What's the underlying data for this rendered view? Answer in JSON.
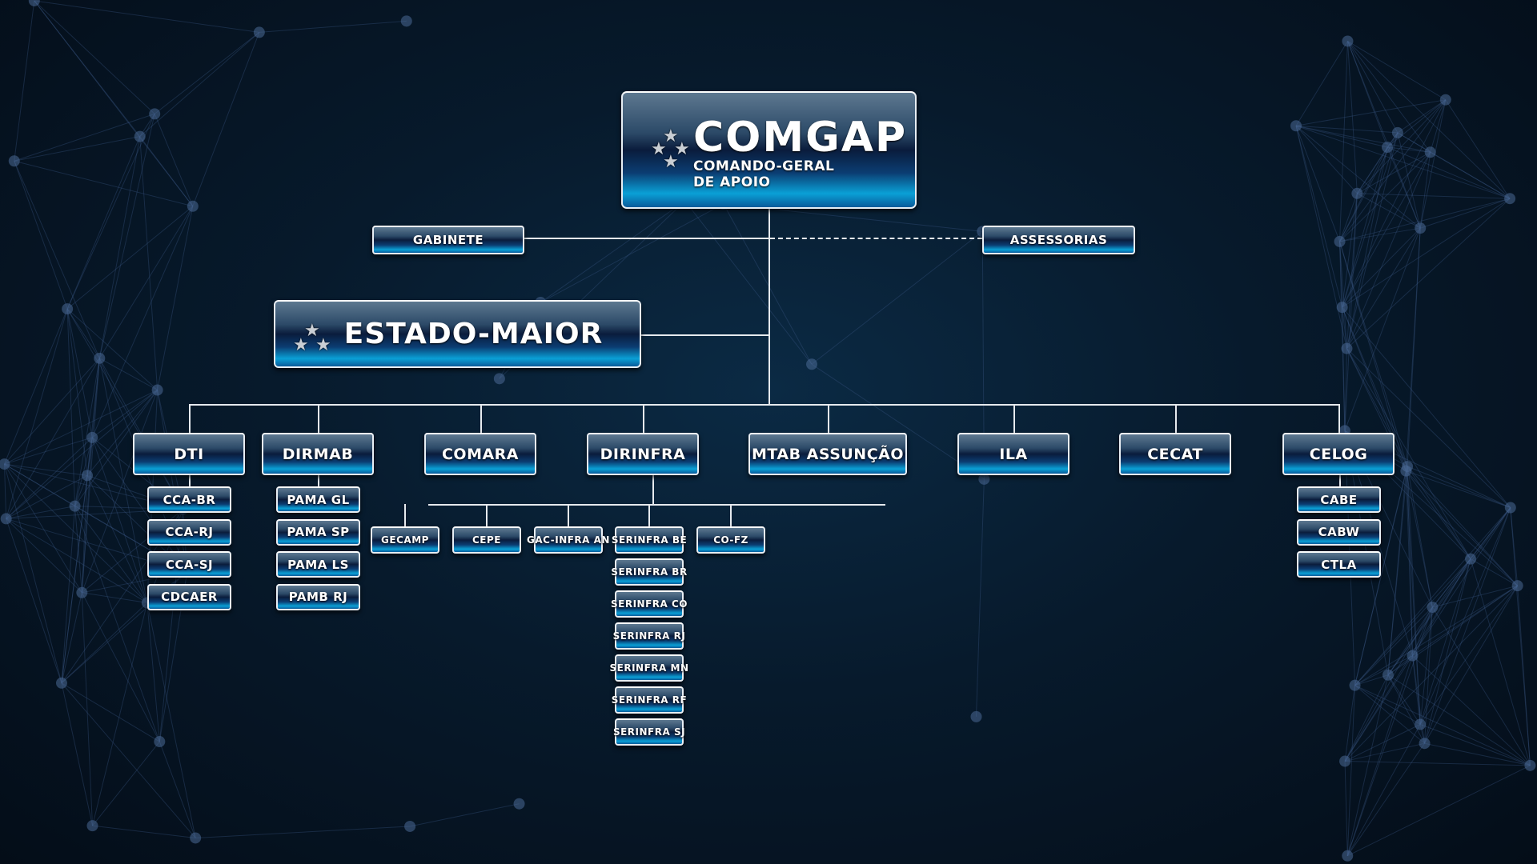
{
  "top": {
    "title": "COMGAP",
    "subtitle1": "COMANDO-GERAL",
    "subtitle2": "DE APOIO"
  },
  "gabinete": "GABINETE",
  "assessorias": "ASSESSORIAS",
  "estado_maior": "ESTADO-MAIOR",
  "units": [
    "DTI",
    "DIRMAB",
    "COMARA",
    "DIRINFRA",
    "MTAB ASSUNÇÃO",
    "ILA",
    "CECAT",
    "CELOG"
  ],
  "dti_children": [
    "CCA-BR",
    "CCA-RJ",
    "CCA-SJ",
    "CDCAER"
  ],
  "dirmab_children": [
    "PAMA GL",
    "PAMA SP",
    "PAMA LS",
    "PAMB RJ"
  ],
  "celog_children": [
    "CABE",
    "CABW",
    "CTLA"
  ],
  "dirinfra_children": [
    "GECAMP",
    "CEPE",
    "GAC-INFRA AN",
    "SERINFRA BE",
    "CO-FZ"
  ],
  "serinfra_stack": [
    "SERINFRA BR",
    "SERINFRA CO",
    "SERINFRA RJ",
    "SERINFRA MN",
    "SERINFRA RF",
    "SERINFRA SJ"
  ],
  "icons": {
    "stars": "star-icon"
  }
}
